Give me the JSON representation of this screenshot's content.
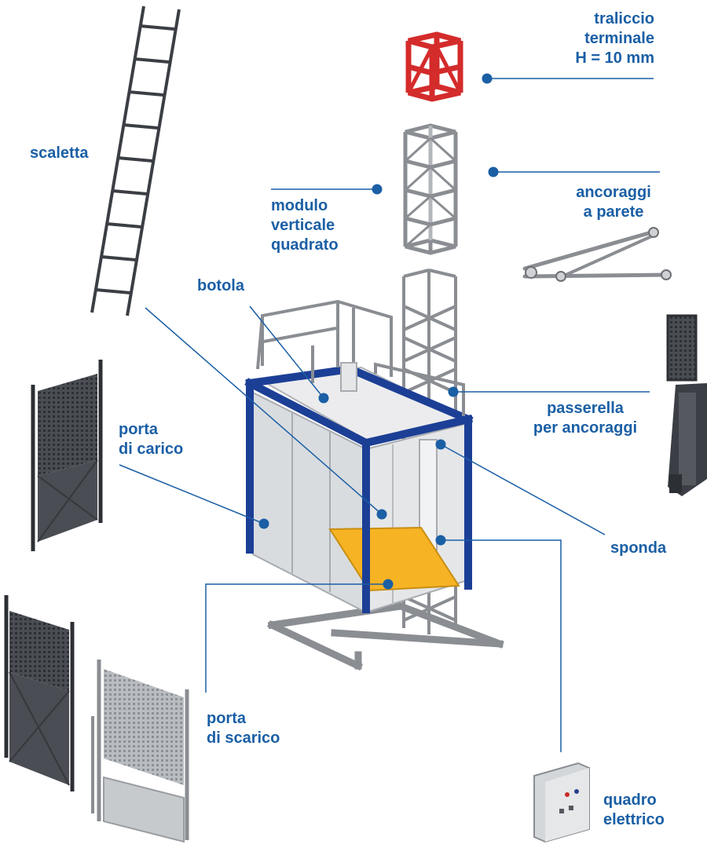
{
  "diagram": {
    "colors": {
      "label": "#1b5fa5",
      "leader": "#1b5fa5",
      "mast_top": "#d42b2b",
      "cage_frame": "#1c3f96",
      "floor": "#f6b323",
      "panel": "#d9dcdf",
      "steel": "#8a8d92",
      "dark_part": "#3b3e44"
    },
    "labels": {
      "traliccio": "traliccio\nterminale\nH = 10 mm",
      "scaletta": "scaletta",
      "ancoraggi": "ancoraggi\na parete",
      "modulo": "modulo\nverticale\nquadrato",
      "botola": "botola",
      "passerella": "passerella\nper ancoraggi",
      "porta_carico": "porta\ndi carico",
      "sponda": "sponda",
      "porta_scarico": "porta\ndi scarico",
      "quadro": "quadro\nelettrico"
    }
  }
}
